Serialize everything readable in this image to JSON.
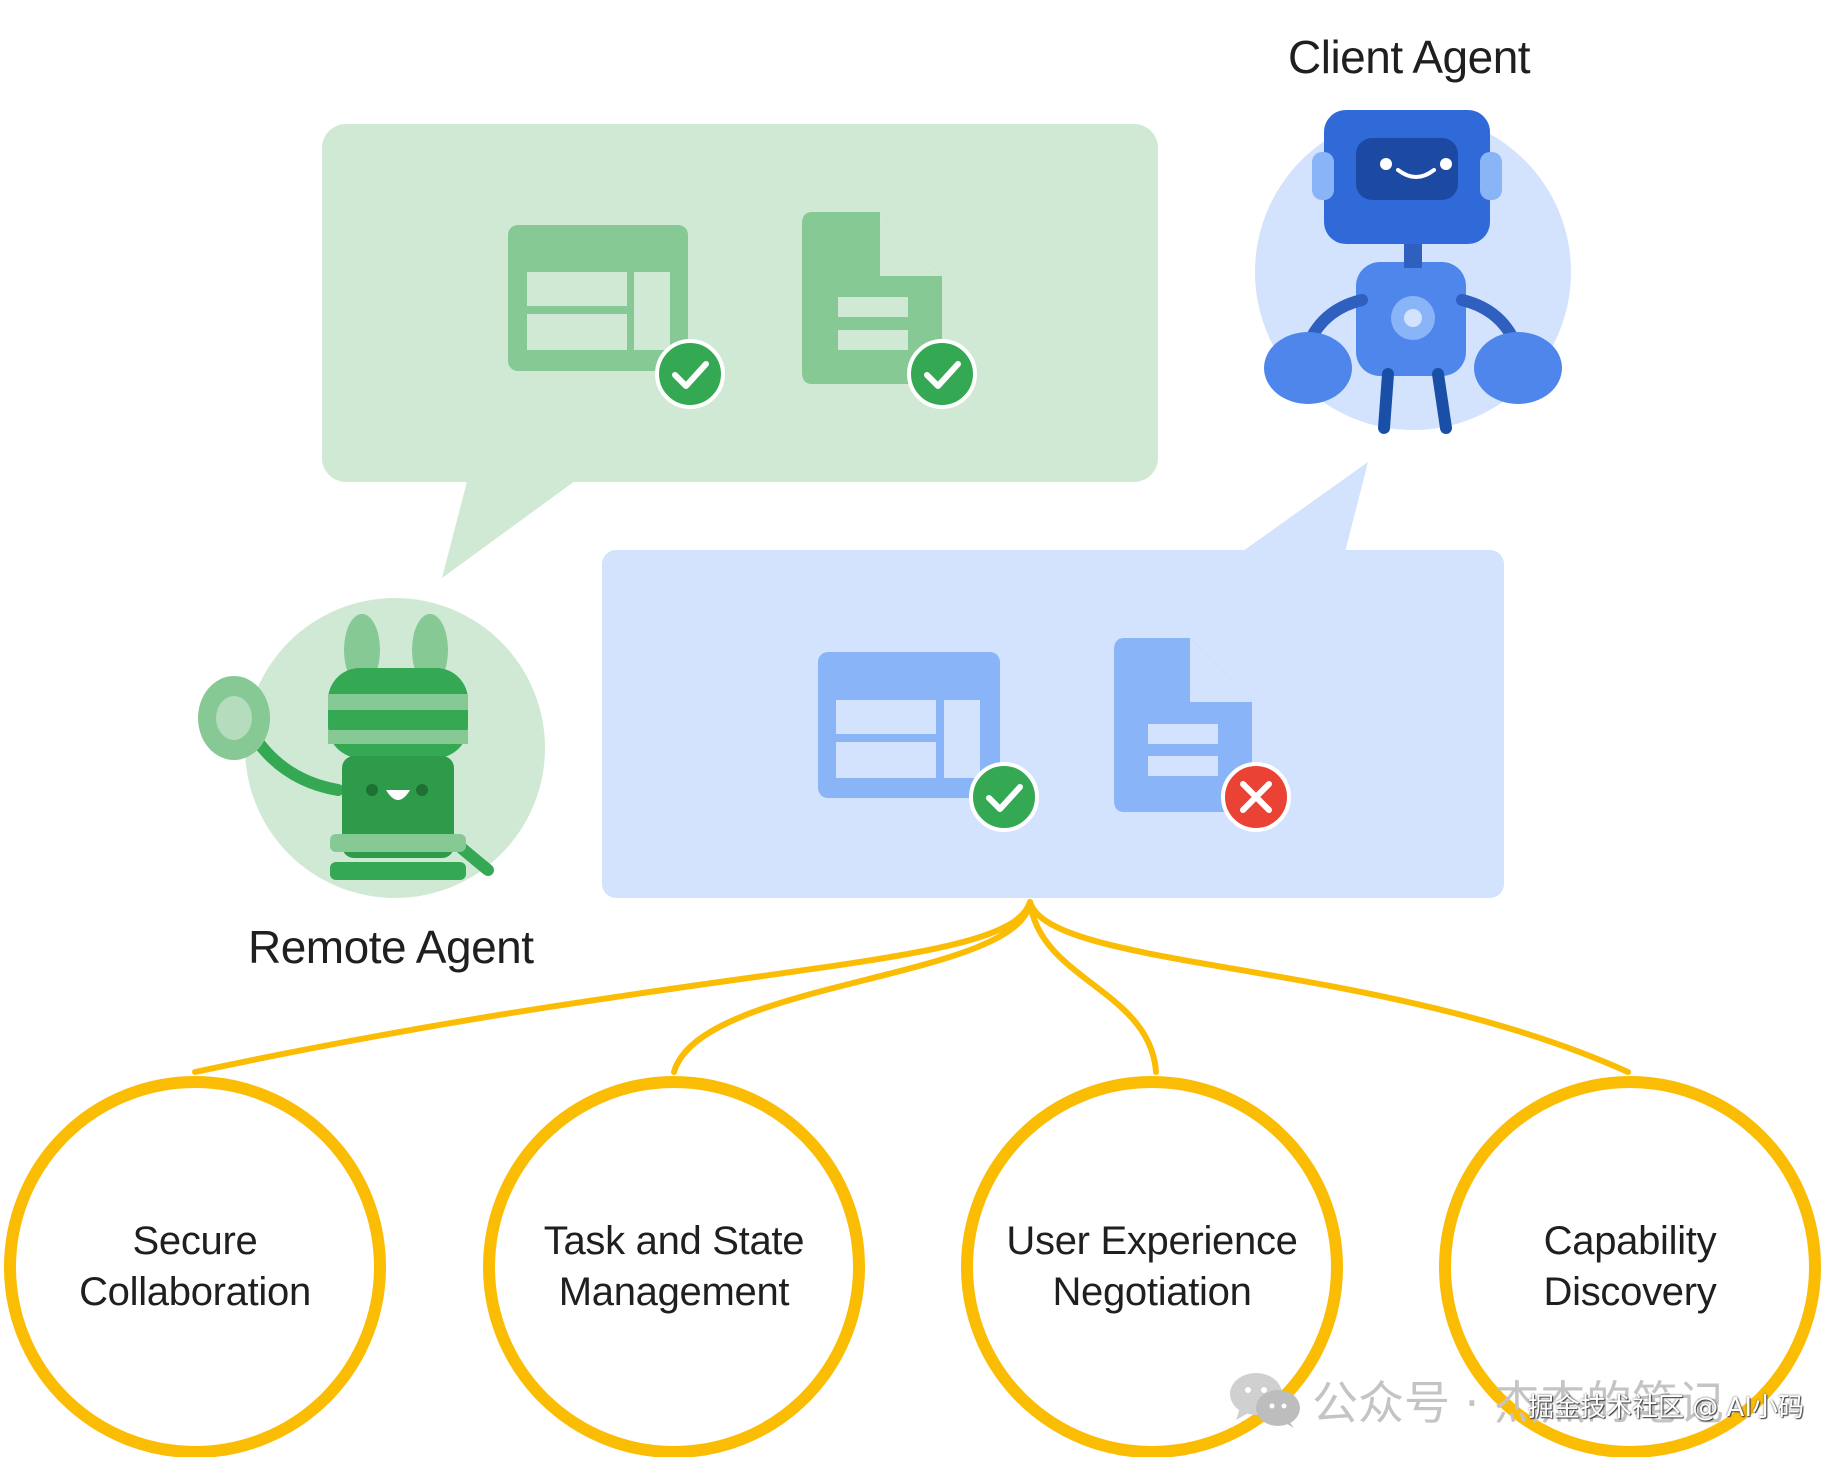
{
  "agents": {
    "client": {
      "label": "Client Agent"
    },
    "remote": {
      "label": "Remote Agent"
    }
  },
  "remote_message": {
    "items": [
      {
        "icon": "spreadsheet-icon",
        "status": "accepted"
      },
      {
        "icon": "document-icon",
        "status": "accepted"
      }
    ]
  },
  "client_message": {
    "items": [
      {
        "icon": "spreadsheet-icon",
        "status": "accepted"
      },
      {
        "icon": "document-icon",
        "status": "rejected"
      }
    ]
  },
  "capabilities": [
    {
      "line1": "Secure",
      "line2": "Collaboration"
    },
    {
      "line1": "Task and State",
      "line2": "Management"
    },
    {
      "line1": "User Experience",
      "line2": "Negotiation"
    },
    {
      "line1": "Capability",
      "line2": "Discovery"
    }
  ],
  "watermark": {
    "account": "公众号 · 杰杰的笔记",
    "author": "掘金技术社区 @ AI小码"
  },
  "colors": {
    "remote_bubble": "#cfe9d4",
    "remote_icon": "#86c995",
    "client_bubble": "#d3e3fd",
    "client_icon": "#8ab4f8",
    "accepted": "#34a853",
    "rejected": "#ea4335",
    "connector": "#fbbc04"
  }
}
